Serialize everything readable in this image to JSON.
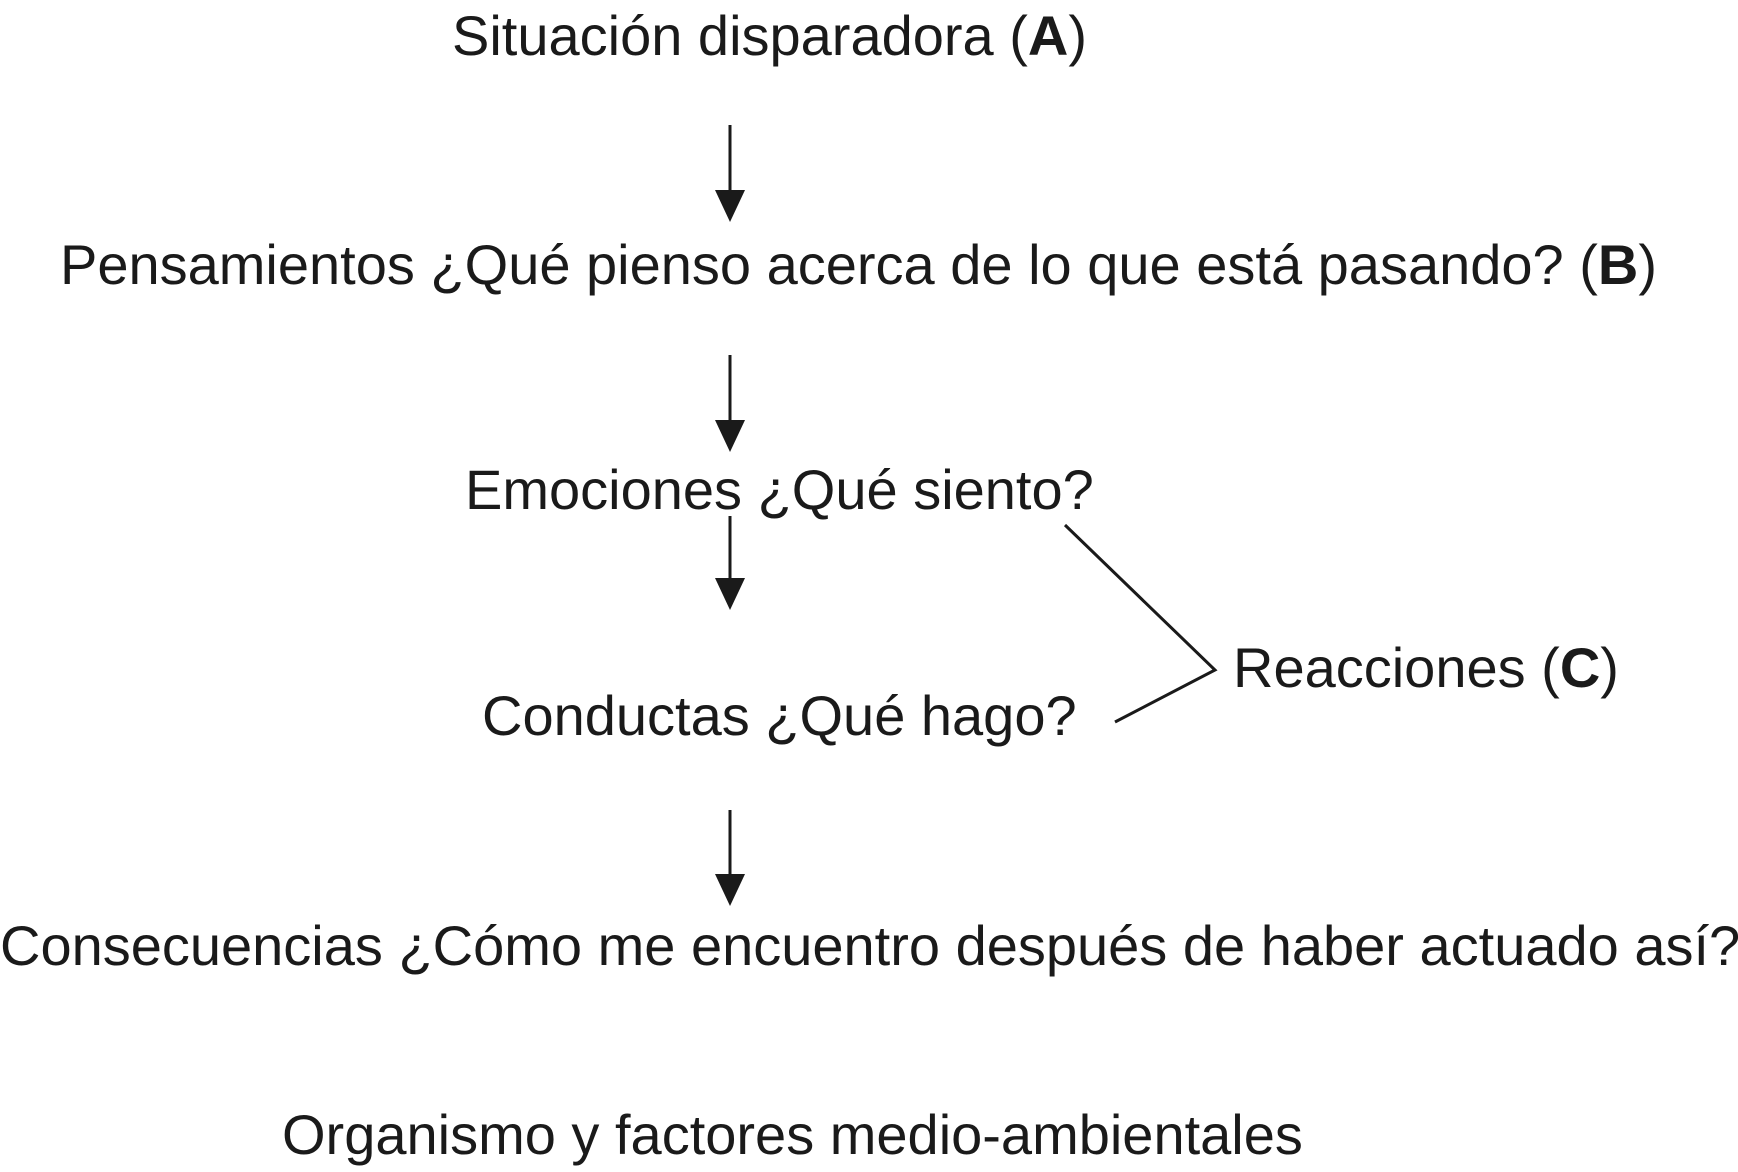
{
  "nodes": {
    "situation": {
      "text": "Situación disparadora (",
      "letter": "A",
      "close": ")"
    },
    "thoughts": {
      "text": "Pensamientos ¿Qué pienso acerca de lo que está pasando? (",
      "letter": "B",
      "close": ")"
    },
    "emotions": {
      "text": "Emociones ¿Qué siento?"
    },
    "behaviors": {
      "text": "Conductas ¿Qué hago?"
    },
    "consequences": {
      "text": "Consecuencias ¿Cómo me encuentro después de haber actuado así?"
    },
    "organism": {
      "text": "Organismo y factores medio-ambientales"
    },
    "reactions": {
      "text": "Reacciones (",
      "letter": "C",
      "close": ")"
    }
  },
  "colors": {
    "ink": "#1a1a1a",
    "background": "#ffffff"
  }
}
